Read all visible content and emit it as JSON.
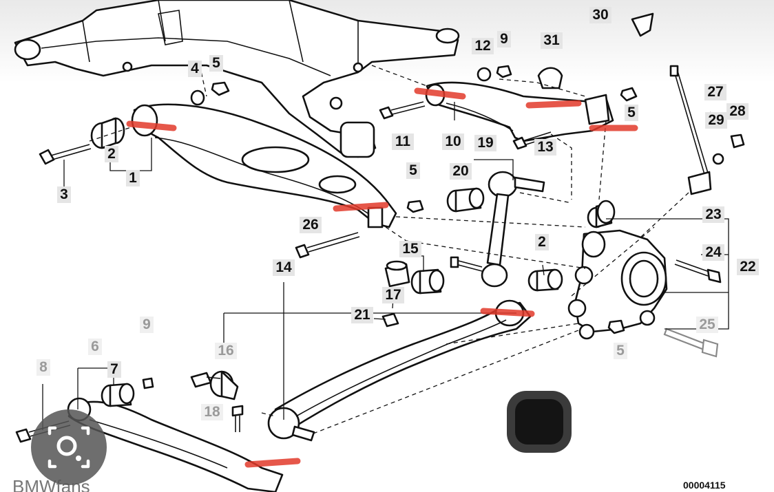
{
  "diagram": {
    "part_numbers": [
      "1",
      "2",
      "3",
      "4",
      "5",
      "6",
      "7",
      "8",
      "9",
      "10",
      "11",
      "12",
      "13",
      "14",
      "15",
      "16",
      "17",
      "18",
      "19",
      "20",
      "21",
      "22",
      "23",
      "24",
      "25",
      "26",
      "27",
      "28",
      "29",
      "30",
      "31"
    ],
    "figure_id": "00004115",
    "watermark": "BMWfans",
    "highlight_color": "#e23a2a",
    "overlay_icon": "lens-search-icon"
  }
}
